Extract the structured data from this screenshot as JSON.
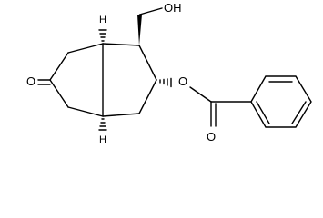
{
  "structure": {
    "atoms": {
      "carbonyl_oxygen": "O",
      "hydroxyl": "OH",
      "ester_oxygen": "O",
      "ester_carbonyl_oxygen": "O",
      "ring_fusion_h_top": "H",
      "ring_fusion_h_bottom": "H"
    }
  }
}
